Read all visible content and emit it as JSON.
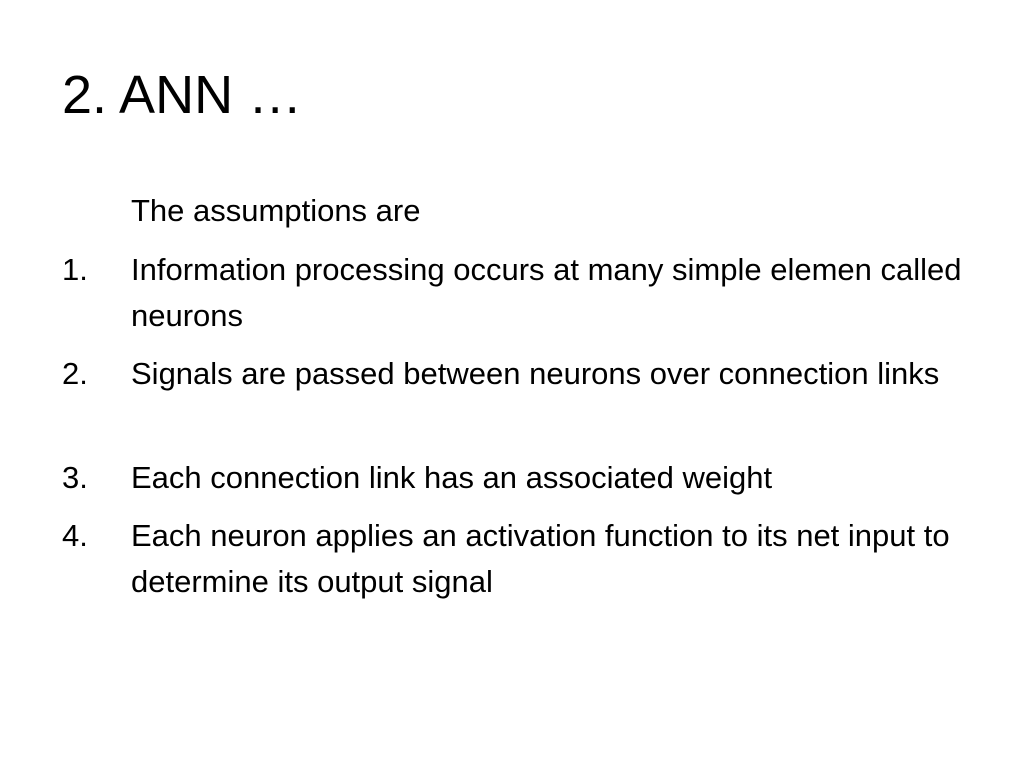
{
  "slide": {
    "title": "2. ANN …",
    "intro": "The assumptions are",
    "items": [
      {
        "number": "1.",
        "text": "Information processing occurs at many simple elemen called neurons"
      },
      {
        "number": "2.",
        "text": "Signals are passed between neurons over connection links"
      },
      {
        "number": "3.",
        "text": "Each connection link has an associated weight"
      },
      {
        "number": "4.",
        "text": "Each neuron applies an activation function to its net input to determine its output signal"
      }
    ]
  }
}
